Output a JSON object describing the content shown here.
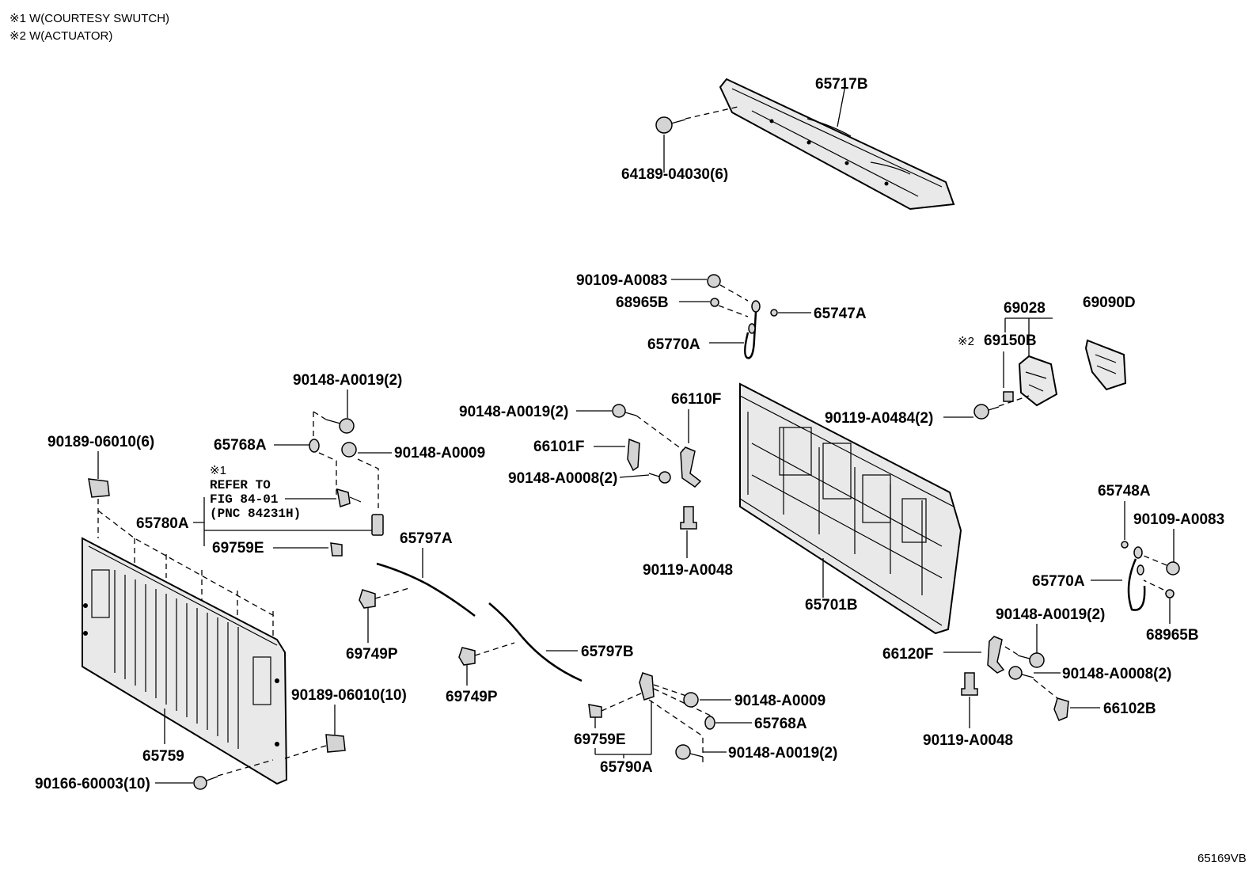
{
  "notes": {
    "line1": "※1 W(COURTESY SWUTCH)",
    "line2": "※2 W(ACTUATOR)",
    "refer_mark": "※1",
    "refer_line1": "REFER TO",
    "refer_line2": "FIG 84-01",
    "refer_line3": "(PNC 84231H)"
  },
  "callouts": {
    "p65717B": "65717B",
    "p64189_04030": "64189-04030(6)",
    "p90109_A0083_top": "90109-A0083",
    "p68965B_top": "68965B",
    "p65747A": "65747A",
    "p65770A_top": "65770A",
    "p69028": "69028",
    "p69090D": "69090D",
    "p69150B_mark": "※2",
    "p69150B": "69150B",
    "p90119_A0484": "90119-A0484(2)",
    "p90148_A0019_a": "90148-A0019(2)",
    "p66110F": "66110F",
    "p66101F": "66101F",
    "p90148_A0008_a": "90148-A0008(2)",
    "p90119_A0048_a": "90119-A0048",
    "p65701B": "65701B",
    "p90148_A0019_b": "90148-A0019(2)",
    "p65768A_a": "65768A",
    "p90148_A0009_a": "90148-A0009",
    "p90189_06010_6": "90189-06010(6)",
    "p65780A": "65780A",
    "p69759E_a": "69759E",
    "p65797A": "65797A",
    "p69749P_a": "69749P",
    "p65797B": "65797B",
    "p69749P_b": "69749P",
    "p90189_06010_10": "90189-06010(10)",
    "p65759": "65759",
    "p90166_60003": "90166-60003(10)",
    "p90148_A0009_b": "90148-A0009",
    "p65768A_b": "65768A",
    "p90148_A0019_c": "90148-A0019(2)",
    "p69759E_b": "69759E",
    "p65790A": "65790A",
    "p65748A": "65748A",
    "p90109_A0083_r": "90109-A0083",
    "p65770A_r": "65770A",
    "p68965B_r": "68965B",
    "p90148_A0019_d": "90148-A0019(2)",
    "p66120F": "66120F",
    "p90148_A0008_b": "90148-A0008(2)",
    "p90119_A0048_b": "90119-A0048",
    "p66102B": "66102B"
  },
  "figure_code": "65169VB"
}
